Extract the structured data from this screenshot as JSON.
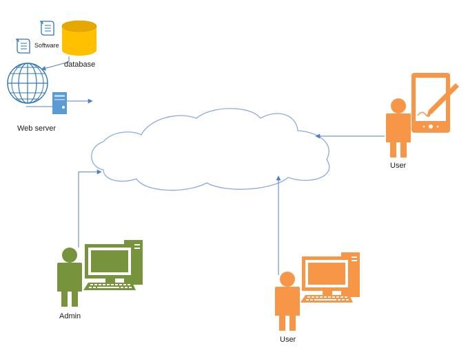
{
  "labels": {
    "software": "Software",
    "database": "database",
    "web_server": "Web server",
    "admin": "Admin",
    "user_mobile": "User",
    "user_desktop": "User"
  },
  "colors": {
    "database": "#FFC000",
    "database_dark": "#E6A800",
    "globe": "#2E75B6",
    "server": "#5B9BD5",
    "admin": "#77933C",
    "user": "#F79646",
    "cloud_stroke": "#8EAADB",
    "arrow": "#4F81BD"
  },
  "icons": {
    "scroll": "scroll-icon",
    "database": "database-icon",
    "globe": "globe-icon",
    "server": "server-icon",
    "person": "person-icon",
    "computer": "desktop-computer-icon",
    "tablet": "tablet-pen-icon",
    "cloud": "cloud-icon"
  }
}
